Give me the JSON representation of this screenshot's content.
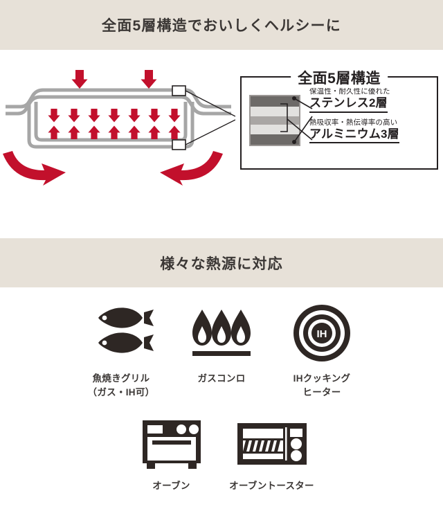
{
  "sections": {
    "structure": {
      "band_title": "全面5層構造でおいしくヘルシーに",
      "callout": {
        "title": "全面5層構造",
        "layers": [
          {
            "name": "stainless-outer",
            "color": "#6d6a68"
          },
          {
            "name": "aluminum-upper",
            "color": "#e2e1df"
          },
          {
            "name": "aluminum-core",
            "color": "#a9a6a4"
          },
          {
            "name": "aluminum-lower",
            "color": "#e2e1df"
          },
          {
            "name": "stainless-inner",
            "color": "#6d6a68"
          }
        ],
        "labels": [
          {
            "sub": "保温性・耐久性に優れた",
            "main": "ステンレス2層"
          },
          {
            "sub": "熱吸収率・熱伝導率の高い",
            "main": "アルミニウム3層"
          }
        ]
      },
      "diagram": {
        "arrow_color": "#c2102c",
        "pot_color": "#a6a6a6",
        "big_down_arrows": 2,
        "small_down_arrows": 7,
        "small_up_arrows": 7,
        "curved_arrows": 2
      }
    },
    "heat_sources": {
      "band_title": "様々な熱源に対応",
      "icon_color": "#2e2724",
      "rows": [
        {
          "items": [
            {
              "icon": "fish-grill-icon",
              "label": "魚焼きグリル\n（ガス・IH可）"
            },
            {
              "icon": "gas-stove-icon",
              "label": "ガスコンロ"
            },
            {
              "icon": "ih-cooker-icon",
              "label": "IHクッキング\nヒーター",
              "icon_text": "IH"
            }
          ]
        },
        {
          "items": [
            {
              "icon": "oven-icon",
              "label": "オーブン"
            },
            {
              "icon": "oven-toaster-icon",
              "label": "オーブントースター"
            }
          ]
        }
      ]
    }
  },
  "colors": {
    "band_background": "#e7e1d8",
    "page_background": "#ffffff",
    "text": "#3b3735",
    "accent_red": "#c2102c",
    "icon_dark": "#2e2724"
  }
}
